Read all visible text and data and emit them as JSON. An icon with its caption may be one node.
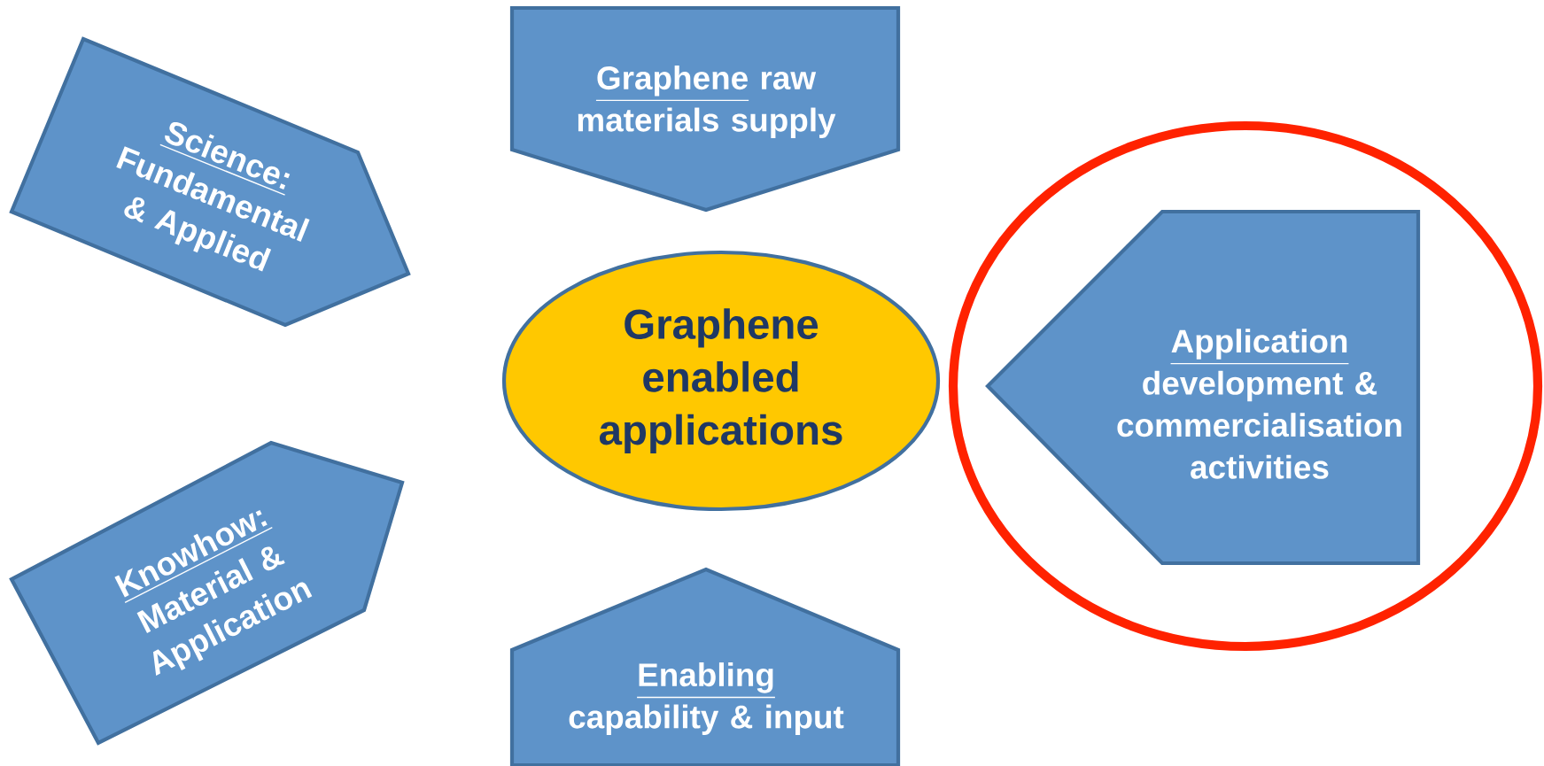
{
  "diagram": {
    "nodes": [
      {
        "text": [
          "Science:",
          "Fundamental & Applied"
        ]
      },
      {
        "text": [
          "Graphene",
          "raw materials supply"
        ]
      },
      {
        "text": [
          "Graphene enabled applications"
        ]
      },
      {
        "text": [],
        "shape": "circle"
      },
      {
        "text": [
          "Application",
          "development & commercialisation activities"
        ],
        "in": 3
      },
      {
        "text": [
          "Knowhow:",
          "Material & Application"
        ]
      },
      {
        "text": [
          "Enabling",
          "capability & input"
        ]
      }
    ]
  }
}
